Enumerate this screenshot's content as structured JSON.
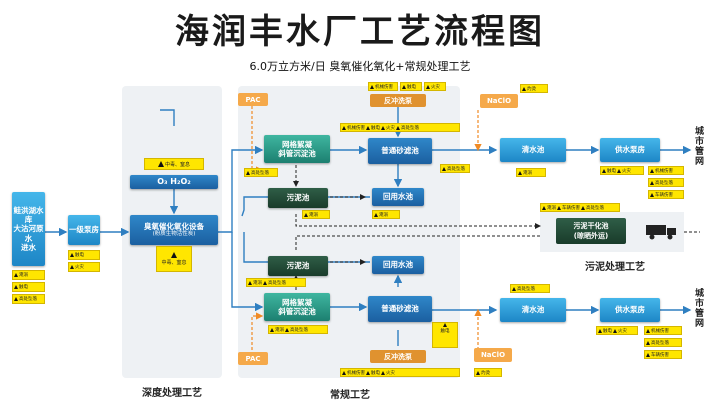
{
  "title": "海润丰水厂工艺流程图",
  "subtitle": "6.0万立方米/日 臭氧催化氧化+常规处理工艺",
  "source": {
    "line1": "鲑洪湖水库",
    "line2": "大沽河原水",
    "line3": "进水"
  },
  "pump1": "一级泵房",
  "ozone_reagent": "O₃ H₂O₂",
  "ozone_device": {
    "name": "臭氧催化氧化设备",
    "sub": "(粉质生物活性炭)"
  },
  "coag_top": {
    "line1": "网格絮凝",
    "line2": "斜管沉淀池"
  },
  "coag_bottom": {
    "line1": "网格絮凝",
    "line2": "斜管沉淀池"
  },
  "filter_top": "普通砂滤池",
  "filter_bottom": "普通砂滤池",
  "sludge_top": "污泥池",
  "sludge_bottom": "污泥池",
  "reuse_top": "回用水池",
  "reuse_bottom": "回用水池",
  "clear_top": "清水池",
  "clear_bottom": "清水池",
  "supply_top": "供水泵房",
  "supply_bottom": "供水泵房",
  "sludge_dry": {
    "line1": "污泥干化池",
    "line2": "(晾晒外运)"
  },
  "pac": "PAC",
  "naclo": "NaClO",
  "backwash": "反冲洗泵",
  "city_network": "城市管网",
  "section_deep": "深度处理工艺",
  "section_conv": "常规工艺",
  "section_sludge": "污泥处理工艺",
  "hazards": {
    "drowning": "淹溺",
    "falling": "高处坠落",
    "electric": "触电",
    "fire": "火灾",
    "mechanical": "机械伤害",
    "poison": "中毒、窒息",
    "vehicle": "车辆伤害",
    "scald": "灼烫"
  },
  "colors": {
    "blue": "#1b5fa0",
    "teal": "#1c7f70",
    "orange": "#f5a94a",
    "yellow": "#ffe600",
    "arrow": "#2f7fc1"
  }
}
